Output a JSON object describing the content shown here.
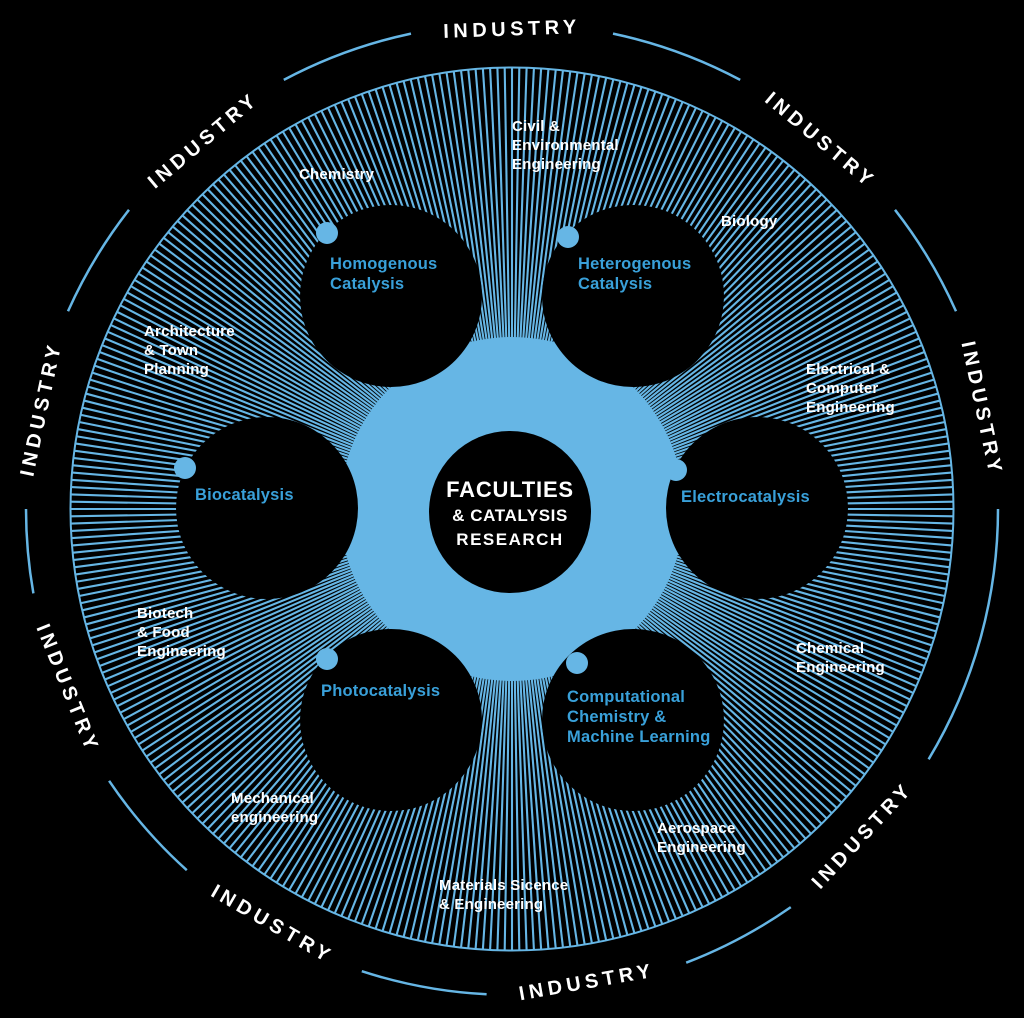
{
  "palette": {
    "blue": "#66B6E5",
    "label_blue": "#39A0D9",
    "white": "#FFFFFF",
    "background": "#000000"
  },
  "outer_ring": {
    "label": "INDUSTRY",
    "count": 9
  },
  "center": {
    "line1": "FACULTIES",
    "line2": "& CATALYSIS",
    "line3": "RESEARCH"
  },
  "research_areas": [
    {
      "name": "Homogenous Catalysis",
      "lines": [
        "Homogenous",
        "Catalysis"
      ]
    },
    {
      "name": "Heterogenous Catalysis",
      "lines": [
        "Heterogenous",
        "Catalysis"
      ]
    },
    {
      "name": "Electrocatalysis",
      "lines": [
        "Electrocatalysis"
      ]
    },
    {
      "name": "Computational Chemistry & Machine Learning",
      "lines": [
        "Computational",
        "Chemistry &",
        "Machine Learning"
      ]
    },
    {
      "name": "Photocatalysis",
      "lines": [
        "Photocatalysis"
      ]
    },
    {
      "name": "Biocatalysis",
      "lines": [
        "Biocatalysis"
      ]
    }
  ],
  "faculties": [
    {
      "name": "Chemistry",
      "lines": [
        "Chemistry"
      ]
    },
    {
      "name": "Civil & Environmental Engineering",
      "lines": [
        "Civil &",
        "Environmental",
        "Engineering"
      ]
    },
    {
      "name": "Biology",
      "lines": [
        "Biology"
      ]
    },
    {
      "name": "Electrical & Computer Engineering",
      "lines": [
        "Electrical &",
        "Computer",
        "Engineering"
      ]
    },
    {
      "name": "Chemical Engineering",
      "lines": [
        "Chemical",
        "Engineering"
      ]
    },
    {
      "name": "Aerospace Engineering",
      "lines": [
        "Aerospace",
        "Engineering"
      ]
    },
    {
      "name": "Materials Sicence & Engineering",
      "lines": [
        "Materials Sicence",
        "& Engineering"
      ]
    },
    {
      "name": "Mechanical engineering",
      "lines": [
        "Mechanical",
        "engineering"
      ]
    },
    {
      "name": "Biotech & Food Engineering",
      "lines": [
        "Biotech",
        "& Food",
        "Engineering"
      ]
    },
    {
      "name": "Architecture & Town Planning",
      "lines": [
        "Architecture",
        "& Town",
        "Planning"
      ]
    }
  ]
}
